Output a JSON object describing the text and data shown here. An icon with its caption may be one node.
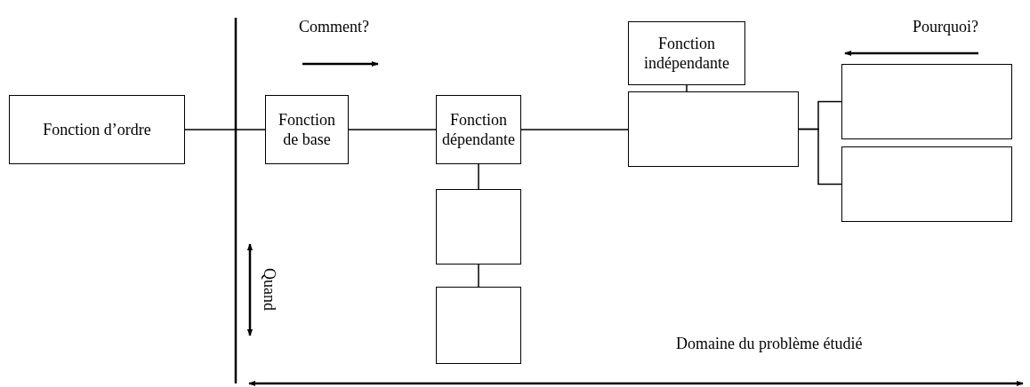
{
  "diagram": {
    "nodes": [
      {
        "text": [
          "Fonction d’ordre"
        ]
      },
      {
        "text": [
          "Fonction de base"
        ]
      },
      {
        "text": [
          "Fonction dépendante"
        ]
      },
      {
        "text": [],
        "shape": "box"
      },
      {
        "text": [],
        "shape": "box"
      },
      {
        "text": [
          "Fonction indépendante"
        ]
      },
      {
        "text": [],
        "shape": "box"
      },
      {
        "text": [],
        "shape": "box"
      },
      {
        "text": [],
        "shape": "box"
      }
    ],
    "edges": [
      {
        "from": 0,
        "to": 1,
        "arrow": "none"
      },
      {
        "from": 1,
        "to": 2,
        "arrow": "none"
      },
      {
        "from": 2,
        "to": 6,
        "arrow": "none"
      },
      {
        "from": 2,
        "to": 3,
        "arrow": "none"
      },
      {
        "from": 3,
        "to": 4,
        "arrow": "none"
      },
      {
        "from": 5,
        "to": 6,
        "arrow": "none"
      },
      {
        "from": 6,
        "to": 7,
        "arrow": "none"
      },
      {
        "from": 6,
        "to": 8,
        "arrow": "none"
      }
    ],
    "labels": [
      "Comment?",
      "Pourquoi?",
      "Quand",
      "Domaine du problème étudié"
    ]
  }
}
